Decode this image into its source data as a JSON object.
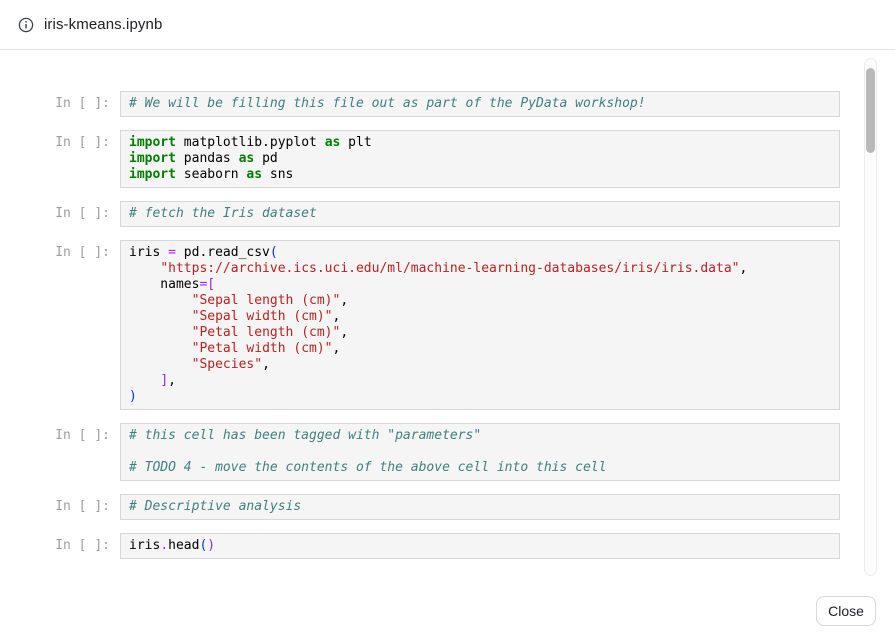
{
  "colors": {
    "keyword": "#008000",
    "operator": "#AA22FF",
    "string": "#BA2121",
    "comment": "#408080",
    "bracket1": "#0431FA",
    "bracket2": "#8B2FC9",
    "code-bg": "#f5f5f5",
    "code-border": "#d7d7d7",
    "prompt": "#9e9e9e"
  },
  "header": {
    "icon": "info-icon",
    "title": "iris-kmeans.ipynb"
  },
  "notebook": {
    "prompt": "In [ ]:",
    "cells": [
      {
        "lines": [
          [
            {
              "s": "co",
              "t": "# We will be filling this file out as part of the PyData workshop!"
            }
          ]
        ]
      },
      {
        "lines": [
          [
            {
              "s": "kw",
              "t": "import"
            },
            {
              "s": "pl",
              "t": " matplotlib.pyplot "
            },
            {
              "s": "kw",
              "t": "as"
            },
            {
              "s": "pl",
              "t": " plt"
            }
          ],
          [
            {
              "s": "kw",
              "t": "import"
            },
            {
              "s": "pl",
              "t": " pandas "
            },
            {
              "s": "kw",
              "t": "as"
            },
            {
              "s": "pl",
              "t": " pd"
            }
          ],
          [
            {
              "s": "kw",
              "t": "import"
            },
            {
              "s": "pl",
              "t": " seaborn "
            },
            {
              "s": "kw",
              "t": "as"
            },
            {
              "s": "pl",
              "t": " sns"
            }
          ]
        ]
      },
      {
        "lines": [
          [
            {
              "s": "co",
              "t": "# fetch the Iris dataset"
            }
          ]
        ]
      },
      {
        "lines": [
          [
            {
              "s": "pl",
              "t": "iris "
            },
            {
              "s": "op",
              "t": "="
            },
            {
              "s": "pl",
              "t": " pd.read_csv"
            },
            {
              "s": "b1",
              "t": "("
            }
          ],
          [
            {
              "s": "pl",
              "t": "    "
            },
            {
              "s": "st",
              "t": "\"https://archive.ics.uci.edu/ml/machine-learning-databases/iris/iris.data\""
            },
            {
              "s": "pl",
              "t": ","
            }
          ],
          [
            {
              "s": "pl",
              "t": "    names"
            },
            {
              "s": "op",
              "t": "="
            },
            {
              "s": "b2",
              "t": "["
            }
          ],
          [
            {
              "s": "pl",
              "t": "        "
            },
            {
              "s": "st",
              "t": "\"Sepal length (cm)\""
            },
            {
              "s": "pl",
              "t": ","
            }
          ],
          [
            {
              "s": "pl",
              "t": "        "
            },
            {
              "s": "st",
              "t": "\"Sepal width (cm)\""
            },
            {
              "s": "pl",
              "t": ","
            }
          ],
          [
            {
              "s": "pl",
              "t": "        "
            },
            {
              "s": "st",
              "t": "\"Petal length (cm)\""
            },
            {
              "s": "pl",
              "t": ","
            }
          ],
          [
            {
              "s": "pl",
              "t": "        "
            },
            {
              "s": "st",
              "t": "\"Petal width (cm)\""
            },
            {
              "s": "pl",
              "t": ","
            }
          ],
          [
            {
              "s": "pl",
              "t": "        "
            },
            {
              "s": "st",
              "t": "\"Species\""
            },
            {
              "s": "pl",
              "t": ","
            }
          ],
          [
            {
              "s": "pl",
              "t": "    "
            },
            {
              "s": "b2",
              "t": "]"
            },
            {
              "s": "pl",
              "t": ","
            }
          ],
          [
            {
              "s": "b1",
              "t": ")"
            }
          ]
        ]
      },
      {
        "lines": [
          [
            {
              "s": "co",
              "t": "# this cell has been tagged with \"parameters\""
            }
          ],
          [],
          [
            {
              "s": "co",
              "t": "# TODO 4 - move the contents of the above cell into this cell"
            }
          ]
        ]
      },
      {
        "lines": [
          [
            {
              "s": "co",
              "t": "# Descriptive analysis"
            }
          ]
        ]
      },
      {
        "lines": [
          [
            {
              "s": "pl",
              "t": "iris"
            },
            {
              "s": "op",
              "t": "."
            },
            {
              "s": "pl",
              "t": "head"
            },
            {
              "s": "b1",
              "t": "("
            },
            {
              "s": "b2",
              "t": ")"
            }
          ]
        ]
      }
    ]
  },
  "footer": {
    "close_label": "Close"
  }
}
